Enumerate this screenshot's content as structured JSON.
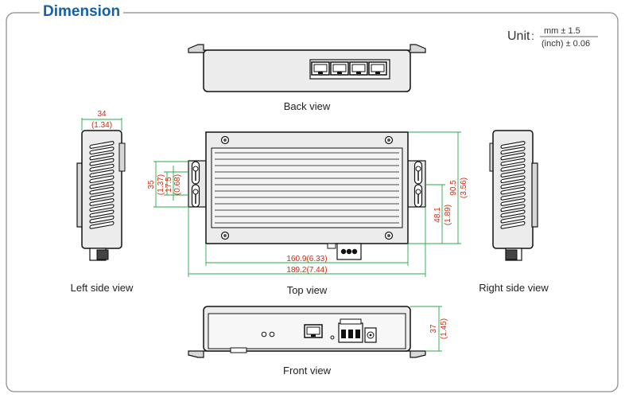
{
  "title": "Dimension",
  "unit": {
    "label": "Unit",
    "colon": ":",
    "numerator": "mm ± 1.5",
    "denominator": "(inch) ± 0.06"
  },
  "views": {
    "back": "Back view",
    "left": "Left side view",
    "top": "Top view",
    "right": "Right side view",
    "front": "Front view"
  },
  "dimensions": {
    "left_width_mm": "34",
    "left_width_in": "(1.34)",
    "slot_pitch_mm": "35",
    "slot_pitch_in": "(1.37)",
    "slot_len_mm": "17.5",
    "slot_len_in": "(0.68)",
    "height_mm": "90.5",
    "height_in": "(3.56)",
    "half_height_mm": "48.1",
    "half_height_in": "(1.89)",
    "body_len": "160.9(6.33)",
    "total_len": "189.2(7.44)",
    "front_height_mm": "37",
    "front_height_in": "(1.45)"
  },
  "colors": {
    "frame": "#8a8a8a",
    "title": "#1560a8",
    "dimension_line": "#2aa84a",
    "dimension_text": "#d22a0d",
    "device_fill": "#e6e6e6",
    "device_outline": "#1a1a1a"
  }
}
